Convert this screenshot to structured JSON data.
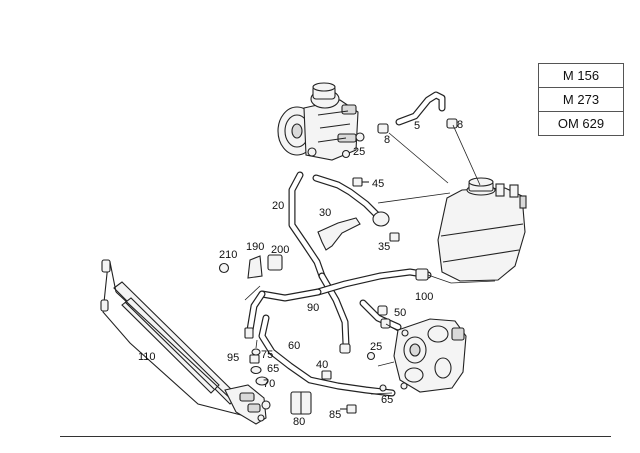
{
  "engine_variants": [
    "M 156",
    "M 273",
    "OM 629"
  ],
  "callouts": {
    "c5": "5",
    "c8a": "8",
    "c8b": "8",
    "c25a": "25",
    "c45": "45",
    "c20": "20",
    "c30": "30",
    "c35": "35",
    "c210": "210",
    "c190": "190",
    "c200": "200",
    "c100": "100",
    "c90": "90",
    "c50": "50",
    "c110": "110",
    "c60": "60",
    "c95": "95",
    "c75": "75",
    "c65a": "65",
    "c70": "70",
    "c40": "40",
    "c25b": "25",
    "c65b": "65",
    "c80": "80",
    "c85": "85"
  }
}
